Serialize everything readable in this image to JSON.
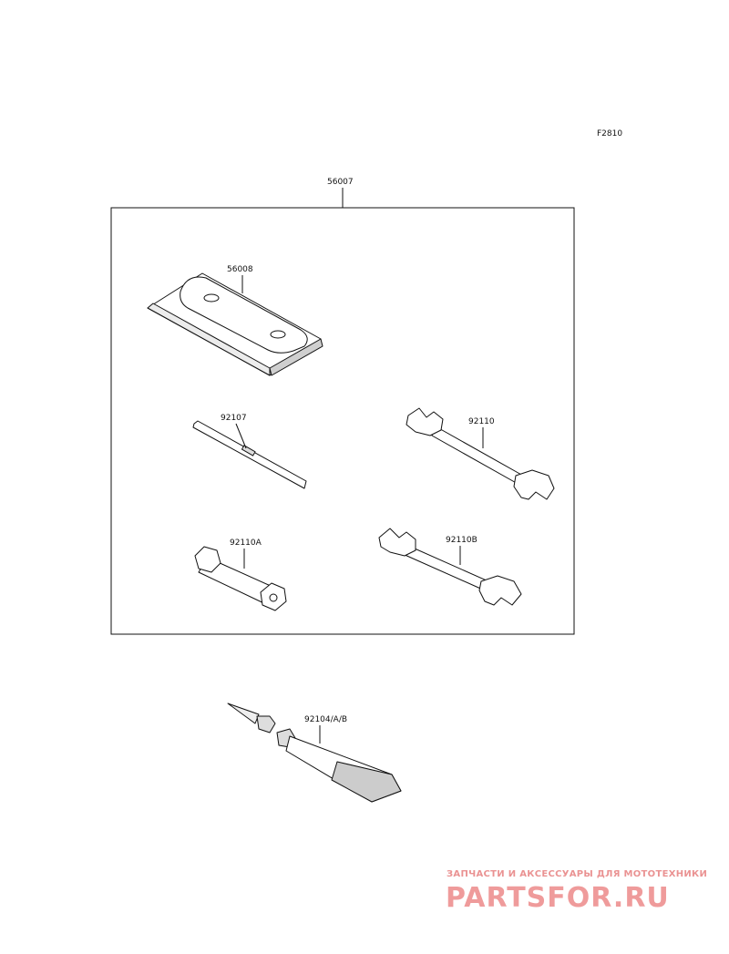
{
  "diagram": {
    "figure_code": "F2810",
    "labels": {
      "tool_kit": "56007",
      "tool_bag": "56008",
      "screwdriver": "92107",
      "wrench_a": "92110",
      "box_wrench": "92110A",
      "wrench_b": "92110B",
      "grease": "92104/A/B"
    }
  },
  "watermark": {
    "tagline": "ЗАПЧАСТИ И АКСЕССУАРЫ ДЛЯ МОТОТЕХНИКИ",
    "brand": "PARTSFOR.RU"
  },
  "colors": {
    "line": "#111111",
    "watermark": "#e24b4b",
    "background": "#ffffff"
  }
}
